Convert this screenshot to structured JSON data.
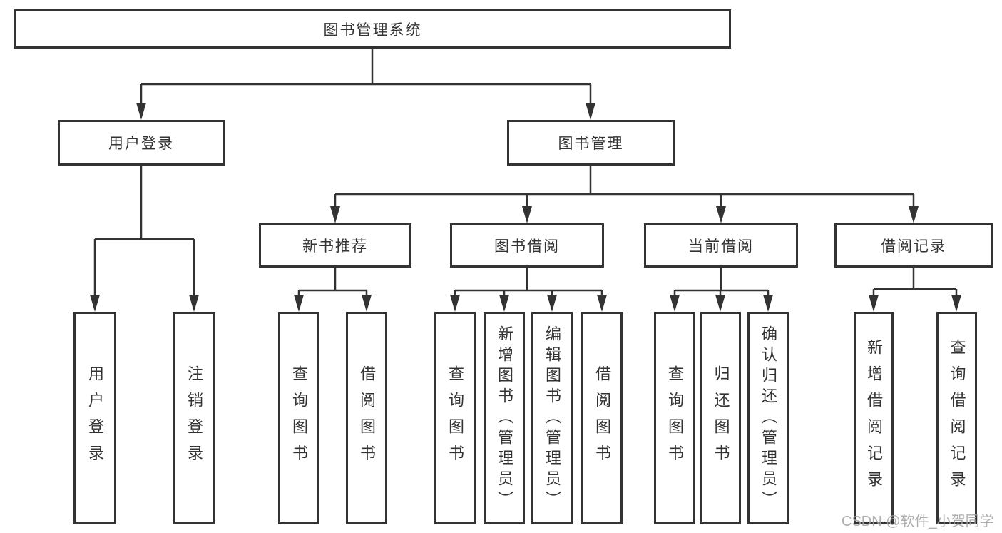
{
  "nodes": {
    "root": {
      "label": "图书管理系统"
    },
    "level2": [
      {
        "label": "用户登录"
      },
      {
        "label": "图书管理"
      }
    ],
    "level3": [
      {
        "label": "新书推荐",
        "parent": "图书管理"
      },
      {
        "label": "图书借阅",
        "parent": "图书管理"
      },
      {
        "label": "当前借阅",
        "parent": "图书管理"
      },
      {
        "label": "借阅记录",
        "parent": "图书管理"
      }
    ],
    "leaves": [
      {
        "label": "用户登录",
        "parent": "用户登录"
      },
      {
        "label": "注销登录",
        "parent": "用户登录"
      },
      {
        "label": "查询图书",
        "parent": "新书推荐"
      },
      {
        "label": "借阅图书",
        "parent": "新书推荐"
      },
      {
        "label": "查询图书",
        "parent": "图书借阅"
      },
      {
        "label": "新增图书（管理员）",
        "parent": "图书借阅"
      },
      {
        "label": "编辑图书（管理员）",
        "parent": "图书借阅"
      },
      {
        "label": "借阅图书",
        "parent": "图书借阅"
      },
      {
        "label": "查询图书",
        "parent": "当前借阅"
      },
      {
        "label": "归还图书",
        "parent": "当前借阅"
      },
      {
        "label": "确认归还（管理员）",
        "parent": "当前借阅"
      },
      {
        "label": "新增借阅记录",
        "parent": "借阅记录"
      },
      {
        "label": "查询借阅记录",
        "parent": "借阅记录"
      }
    ]
  },
  "colors": {
    "line": "#333333",
    "text": "#333333",
    "background": "#ffffff",
    "watermark": "#a4a4a4"
  },
  "watermark": {
    "text": "CSDN @软件_小贺同学"
  }
}
